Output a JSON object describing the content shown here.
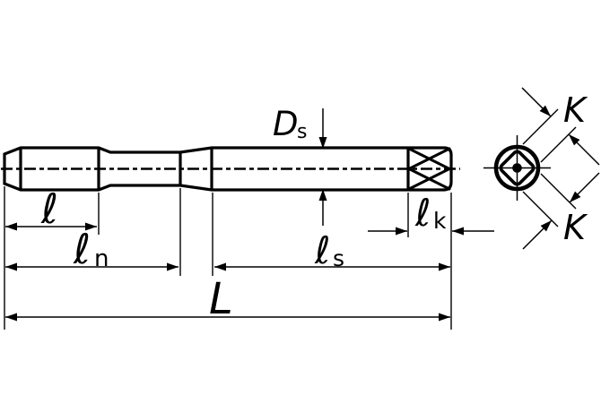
{
  "drawing": {
    "background_color": "#ffffff",
    "line_color": "#000000",
    "labels": {
      "thread_length": "ℓ",
      "neck_length_main": "ℓ",
      "neck_length_sub": "n",
      "shank_length_main": "ℓ",
      "shank_length_sub": "s",
      "square_length_main": "ℓ",
      "square_length_sub": "k",
      "overall_length": "L",
      "shank_diameter_main": "D",
      "shank_diameter_sub": "s",
      "square_width_top": "K",
      "square_width_bottom": "K"
    }
  }
}
